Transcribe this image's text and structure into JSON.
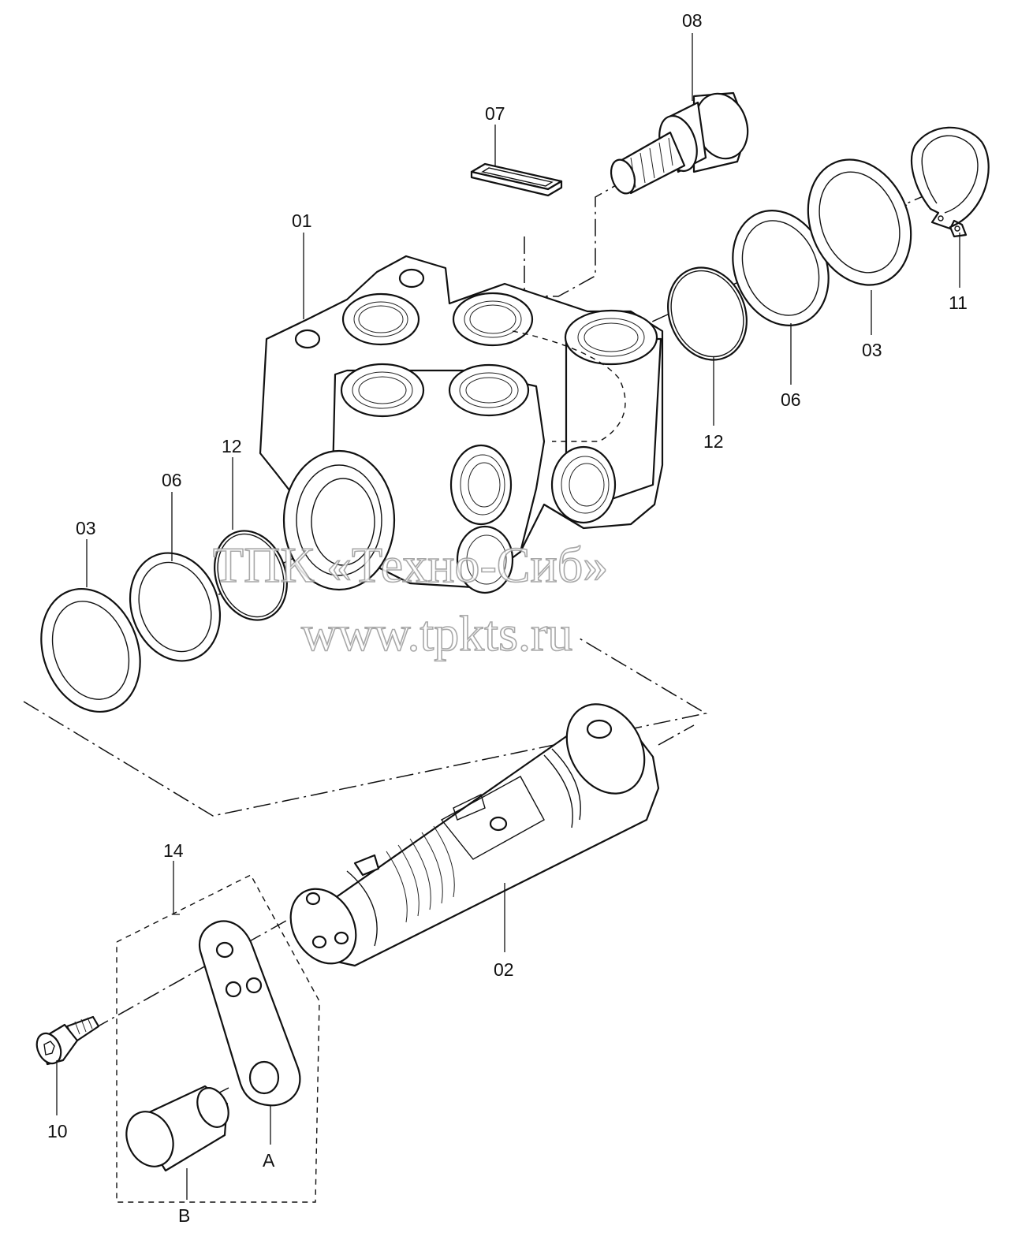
{
  "labels": {
    "body": "01",
    "spool": "02",
    "washer_right": "03",
    "washer_left": "03",
    "backup_ring_right": "06",
    "backup_ring_left": "06",
    "plate": "07",
    "plug": "08",
    "bolt": "10",
    "snap_ring": "11",
    "o_ring_right": "12",
    "o_ring_left": "12",
    "lever_assembly": "14",
    "sub_a": "A",
    "sub_b": "B"
  },
  "watermark": {
    "line1": "ТПК «Техно-Сиб»",
    "line2": "www.tpkts.ru"
  }
}
